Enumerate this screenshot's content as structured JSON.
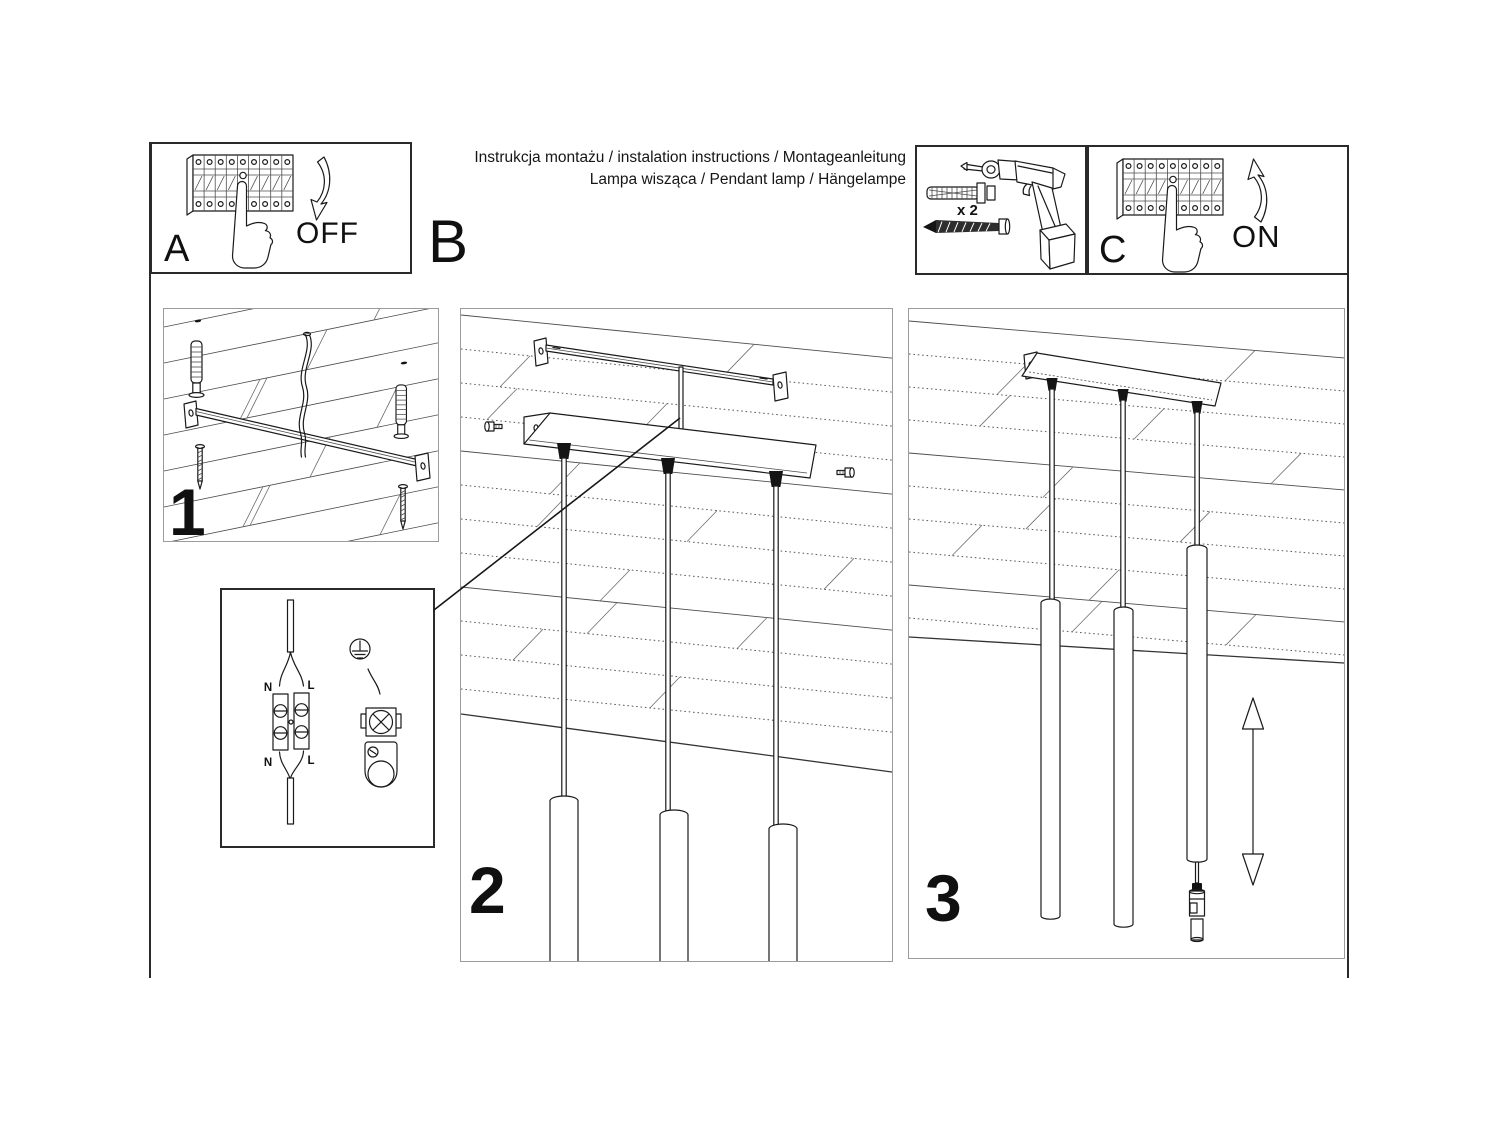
{
  "header": {
    "line1": "Instrukcja montażu / instalation instructions / Montageanleitung",
    "line2": "Lampa wisząca / Pendant lamp / Hängelampe"
  },
  "steps": {
    "panel_a": {
      "label": "A",
      "action": "OFF"
    },
    "panel_b": {
      "label": "B"
    },
    "tools": {
      "quantity": "x 2"
    },
    "panel_c": {
      "label": "C",
      "action": "ON"
    },
    "step1": {
      "number": "1"
    },
    "step2": {
      "number": "2"
    },
    "step3": {
      "number": "3"
    }
  },
  "wiring": {
    "labels": {
      "top_left": "N",
      "top_right": "L",
      "bottom_left": "N",
      "bottom_right": "L"
    }
  },
  "icons": [
    "circuit-breaker-icon",
    "pressing-hand-icon",
    "curved-arrow-down-icon",
    "curved-arrow-up-icon",
    "wall-plug-icon",
    "wood-screw-icon",
    "drill-icon",
    "mounting-rail-icon",
    "hanging-wire-icon",
    "ceiling-canopy-icon",
    "cable-grommet-icon",
    "pendant-tube-icon",
    "terminal-block-icon",
    "earth-symbol-icon",
    "ground-clamp-icon",
    "height-adjust-arrow-icon",
    "bulb-socket-icon"
  ],
  "colors": {
    "background": "#ffffff",
    "ink": "#1a1a1a",
    "frame": "#2a2a2a",
    "panel_border": "#9b9b9b"
  }
}
